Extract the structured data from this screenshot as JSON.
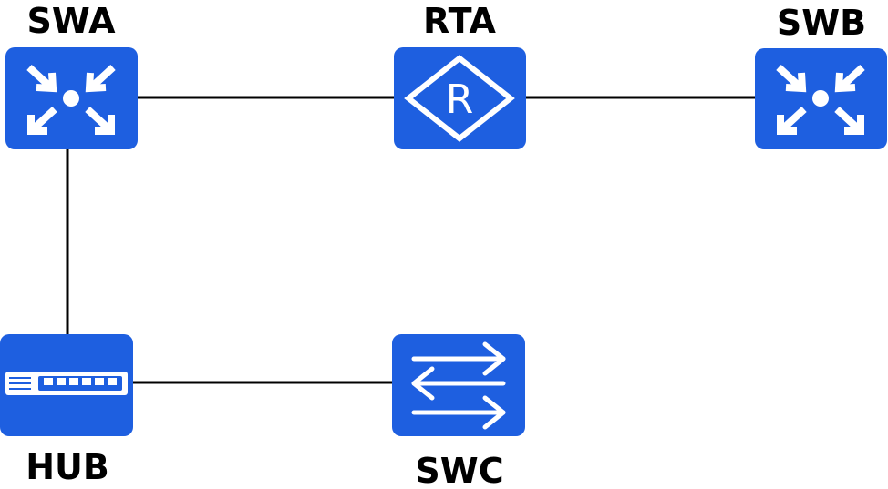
{
  "diagram": {
    "colors": {
      "device_fill": "#1e5fe0",
      "link": "#000000",
      "icon": "#ffffff"
    },
    "nodes": {
      "swa": {
        "label": "SWA",
        "icon": "layer3-switch-icon"
      },
      "rta": {
        "label": "RTA",
        "icon": "router-icon"
      },
      "swb": {
        "label": "SWB",
        "icon": "layer3-switch-icon"
      },
      "hub": {
        "label": "HUB",
        "icon": "hub-icon"
      },
      "swc": {
        "label": "SWC",
        "icon": "switch-icon"
      }
    },
    "links": [
      {
        "from": "SWA",
        "to": "RTA"
      },
      {
        "from": "RTA",
        "to": "SWB"
      },
      {
        "from": "SWA",
        "to": "HUB"
      },
      {
        "from": "HUB",
        "to": "SWC"
      }
    ]
  }
}
